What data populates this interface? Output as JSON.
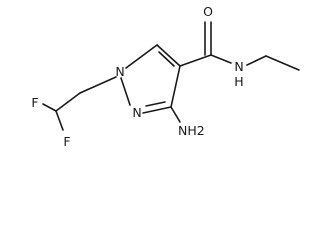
{
  "molecule": {
    "atoms": {
      "amine": "NH2",
      "amine_N": "N",
      "amine_H2": "H2",
      "amide_N": "N",
      "amide_H": "H",
      "carbonyl_O": "O",
      "ring_N1": "N",
      "ring_N2": "N",
      "fluorine_1": "F",
      "fluorine_2": "F"
    }
  }
}
